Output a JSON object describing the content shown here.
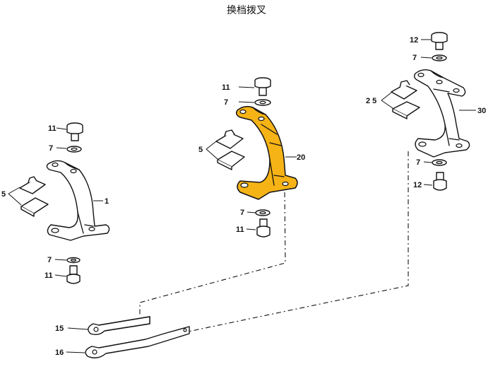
{
  "title": "换档拨叉",
  "highlight_color": "#f5b316",
  "callouts": {
    "fork_left": {
      "part": "1",
      "bolt_top": "11",
      "washer_top": "7",
      "pads": "5",
      "washer_bottom": "7",
      "bolt_bottom": "11"
    },
    "fork_center": {
      "part": "20",
      "bolt_top": "11",
      "washer_top": "7",
      "pads": "5",
      "washer_bottom": "7",
      "bolt_bottom": "11"
    },
    "fork_right": {
      "part": "30",
      "bolt_top": "12",
      "washer_top": "7",
      "pads": "2 5",
      "washer_bottom": "7",
      "bolt_bottom": "12"
    },
    "rails": {
      "rail_upper": "15",
      "rail_lower": "16"
    }
  }
}
